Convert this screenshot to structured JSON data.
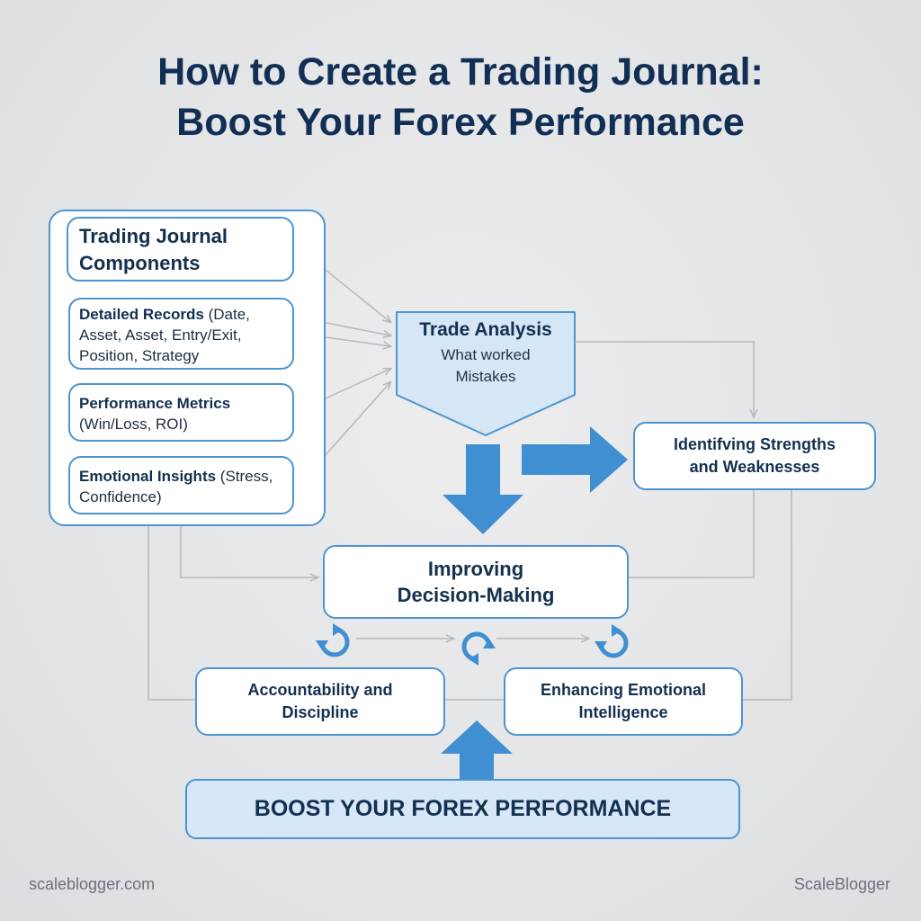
{
  "title": {
    "line1": "How to Create a Trading Journal:",
    "line2": "Boost Your Forex Performance"
  },
  "components": {
    "title_line1": "Trading Journal",
    "title_line2": "Components",
    "items": [
      {
        "bold": "Detailed Records",
        "rest": " (Date, Asset, Asset, Entry/Exit, Position, Strategy"
      },
      {
        "bold": "Performance Metrics",
        "rest": " (Win/Loss, ROI)"
      },
      {
        "bold": "Emotional Insights",
        "rest": " (Stress, Confidence)"
      }
    ]
  },
  "trade_analysis": {
    "title": "Trade Analysis",
    "line1": "What worked",
    "line2": "Mistakes"
  },
  "strengths": {
    "line1": "Identifving Strengths",
    "line2": "and Weaknesses"
  },
  "improving": {
    "line1": "Improving",
    "line2": "Decision-Making"
  },
  "accountability": {
    "line1": "Accountability and",
    "line2": "Discipline"
  },
  "enhancing": {
    "line1": "Enhancing Emotional",
    "line2": "Intelligence"
  },
  "boost": {
    "label": "BOOST YOUR FOREX PERFORMANCE"
  },
  "footer": {
    "left": "scaleblogger.com",
    "right": "ScaleBlogger"
  },
  "colors": {
    "accent_blue": "#3f8fd2",
    "border_blue": "#4d94d1",
    "title_navy": "#112f55",
    "boost_fill": "#d6e8f7",
    "analysis_fill": "#d5e7f6",
    "connector_gray": "#b4b8bd"
  },
  "icons": [
    "cycle-arrows-icon",
    "down-arrow-icon",
    "right-arrow-icon",
    "up-arrow-icon"
  ]
}
